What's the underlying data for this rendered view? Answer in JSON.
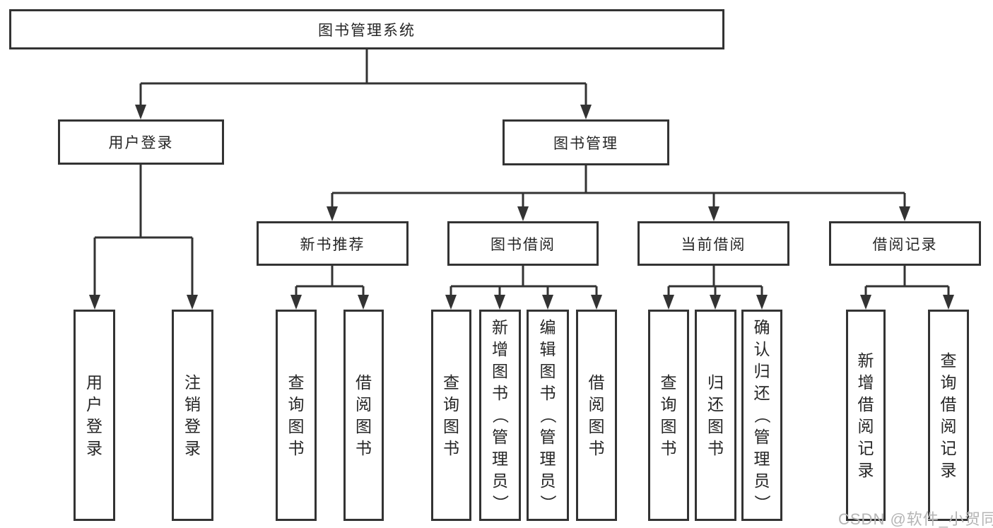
{
  "diagram": {
    "root": {
      "label": "图书管理系统"
    },
    "level2": [
      {
        "label": "用户登录",
        "children": [
          {
            "label": "用户登录"
          },
          {
            "label": "注销登录"
          }
        ]
      },
      {
        "label": "图书管理",
        "children": [
          {
            "label": "新书推荐",
            "children": [
              {
                "label": "查询图书"
              },
              {
                "label": "借阅图书"
              }
            ]
          },
          {
            "label": "图书借阅",
            "children": [
              {
                "label": "查询图书"
              },
              {
                "label": "新增图书（管理员）"
              },
              {
                "label": "编辑图书（管理员）"
              },
              {
                "label": "借阅图书"
              }
            ]
          },
          {
            "label": "当前借阅",
            "children": [
              {
                "label": "查询图书"
              },
              {
                "label": "归还图书"
              },
              {
                "label": "确认归还（管理员）"
              }
            ]
          },
          {
            "label": "借阅记录",
            "children": [
              {
                "label": "新增借阅记录"
              },
              {
                "label": "查询借阅记录"
              }
            ]
          }
        ]
      }
    ]
  },
  "watermark": {
    "text": "CSDN @软件_小贺同学"
  },
  "colors": {
    "line": "#333333",
    "text": "#262626",
    "watermark": "#b5b5b5"
  }
}
